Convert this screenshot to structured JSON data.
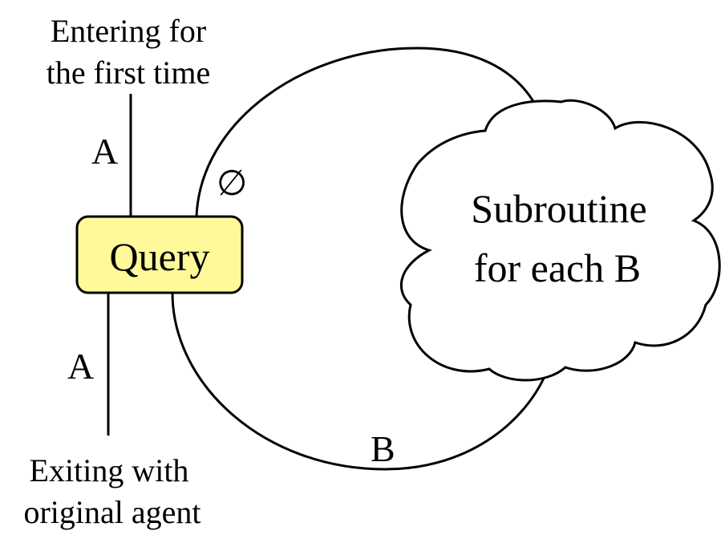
{
  "diagram": {
    "entry_label": [
      "Entering for",
      "the first time"
    ],
    "exit_label": [
      "Exiting with",
      "original agent"
    ],
    "query_box": {
      "label": "Query",
      "fill": "#fff99a"
    },
    "wire_top_label": "A",
    "wire_bottom_label": "A",
    "empty_set_label": "∅",
    "loop_label": "B",
    "cloud_label": [
      "Subroutine",
      "for each B"
    ]
  }
}
